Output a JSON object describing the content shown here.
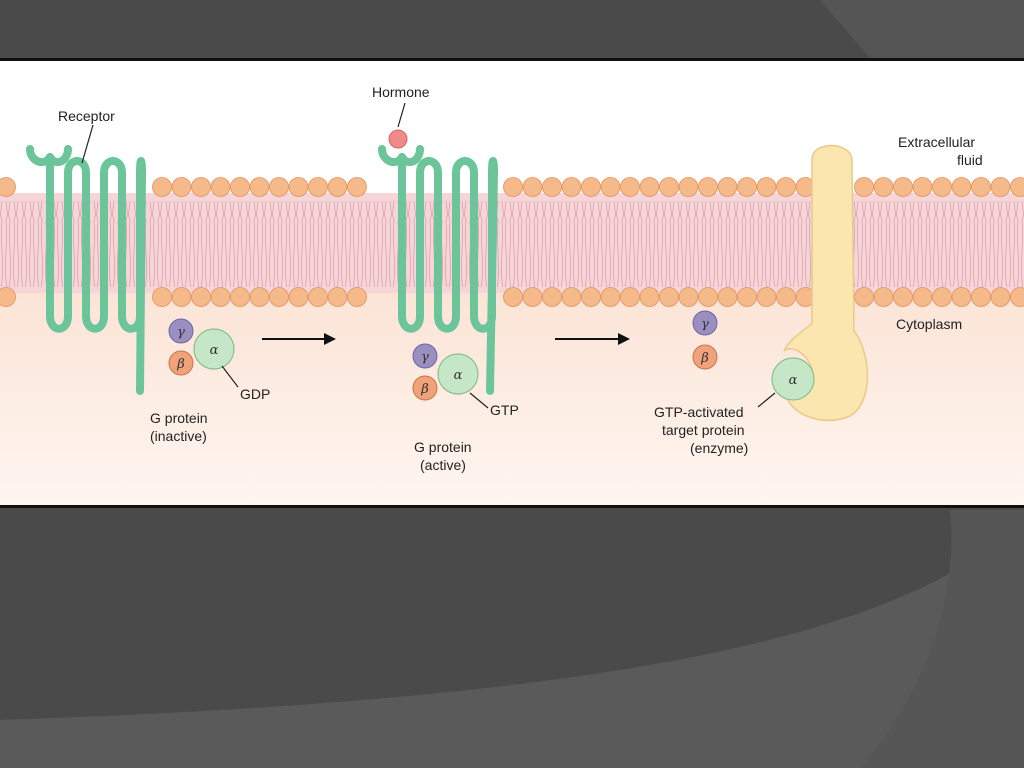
{
  "figure": {
    "labels": {
      "receptor": "Receptor",
      "hormone": "Hormone",
      "extracellular_line1": "Extracellular",
      "extracellular_line2": "fluid",
      "cytoplasm": "Cytoplasm",
      "gdp": "GDP",
      "gtp_1": "GTP",
      "g_protein_inactive_line1": "G protein",
      "g_protein_inactive_line2": "(inactive)",
      "g_protein_active_line1": "G protein",
      "g_protein_active_line2": "(active)",
      "target_line1": "GTP-activated",
      "target_line2": "target protein",
      "target_line3": "(enzyme)"
    },
    "subunits": {
      "alpha": "α",
      "beta": "β",
      "gamma": "γ"
    },
    "colors": {
      "receptor": "#6cc49a",
      "alpha": "#c6e6c8",
      "beta": "#f0a27a",
      "gamma": "#9a8fc0",
      "hormone": "#f08a8a",
      "lipid_head": "#f5b98a",
      "membrane_core": "#f7d6d6",
      "cytoplasm": "#fcebe0",
      "target_enzyme": "#fbe7b4"
    }
  }
}
